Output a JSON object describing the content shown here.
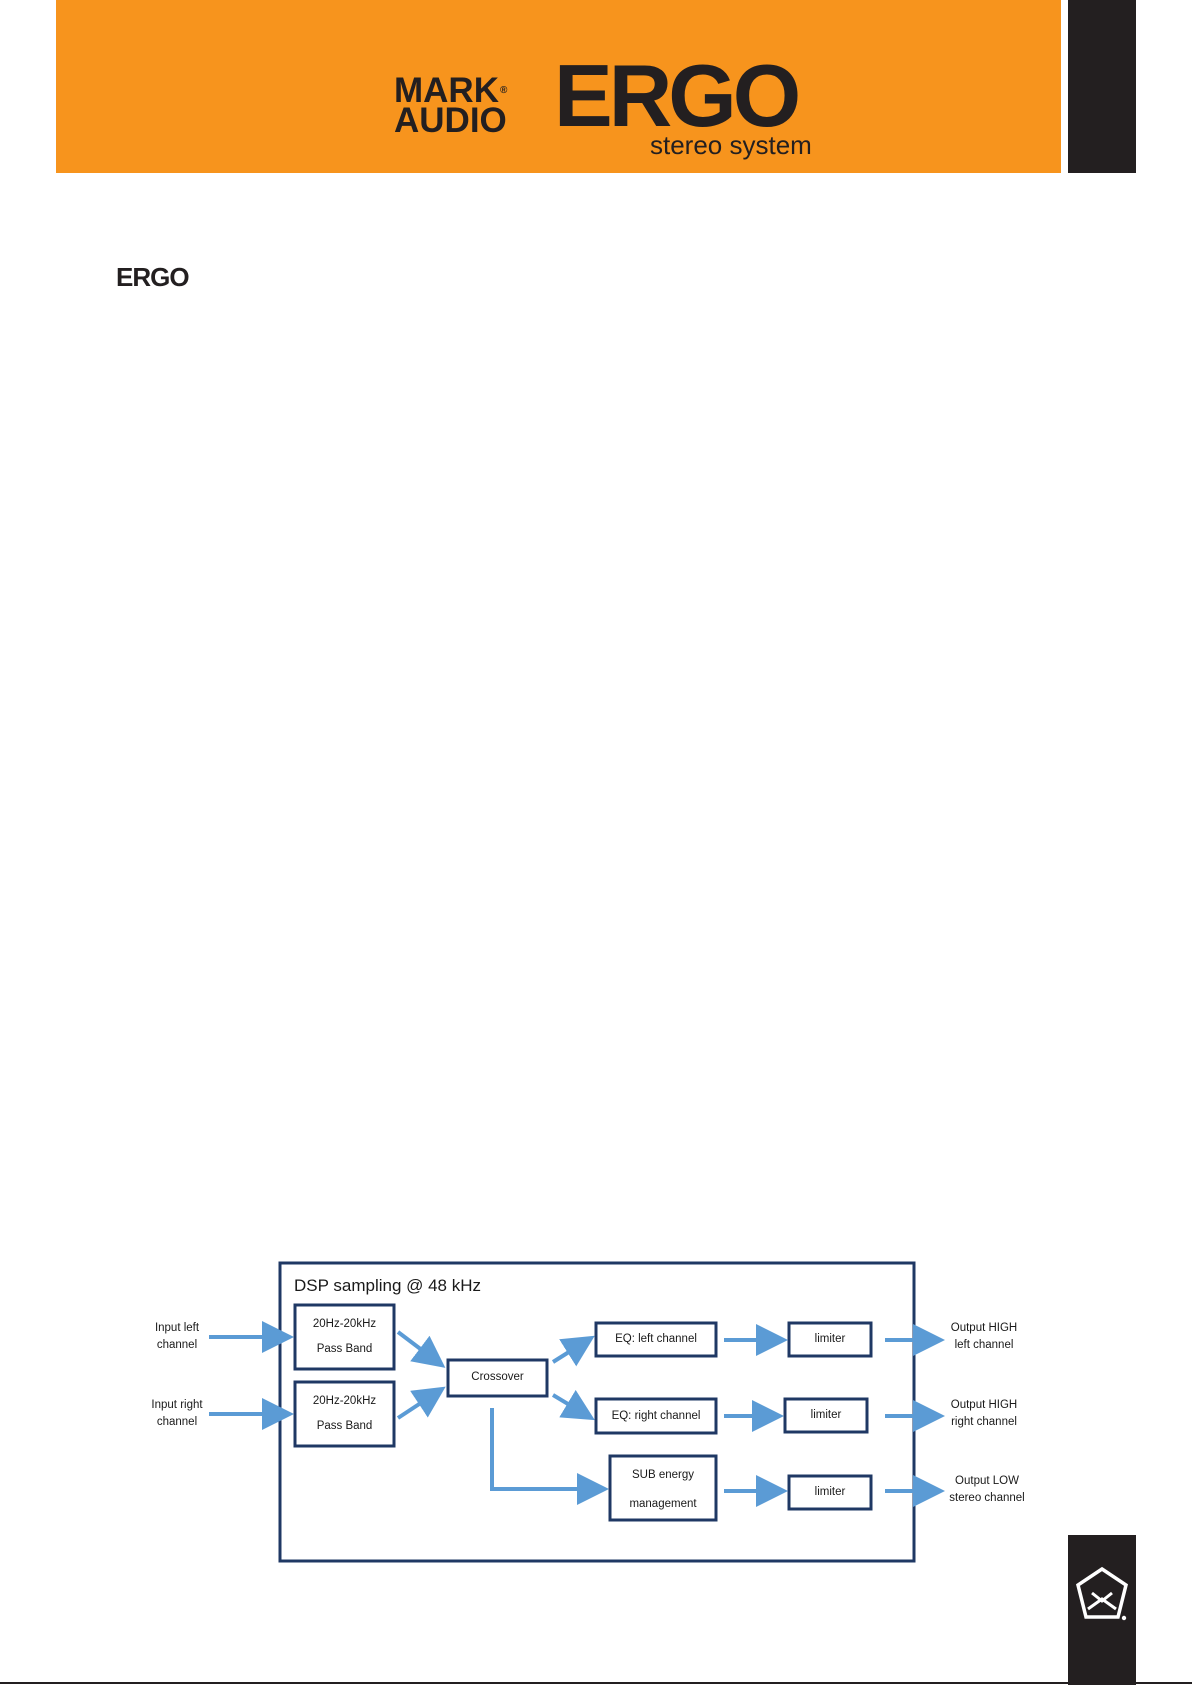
{
  "header": {
    "brand_line1": "MARK",
    "brand_line2": "AUDIO",
    "brand_reg": "®",
    "product_name": "ERGO",
    "tagline": "stereo system",
    "header_color": "#f7941d",
    "tab_color": "#231f20"
  },
  "mini_logo": "ERGO",
  "diagram": {
    "title": "DSP sampling @ 48 kHz",
    "inputs": [
      {
        "label": "Input left\nchannel"
      },
      {
        "label": "Input right\nchannel"
      }
    ],
    "passbands": [
      {
        "label": "20Hz-20kHz\nPass Band"
      },
      {
        "label": "20Hz-20kHz\nPass Band"
      }
    ],
    "crossover": "Crossover",
    "eq_left": "EQ: left channel",
    "eq_right": "EQ: right channel",
    "sub": "SUB energy\nmanagement",
    "limiters": [
      "limiter",
      "limiter",
      "limiter"
    ],
    "outputs": [
      {
        "label": "Output HIGH\nleft channel"
      },
      {
        "label": "Output HIGH\nright channel"
      },
      {
        "label": "Output LOW\nstereo channel"
      }
    ],
    "box_color": "#1f3864",
    "arrow_color": "#5b9bd5"
  },
  "footer_icon": "pentagon-seal-icon"
}
